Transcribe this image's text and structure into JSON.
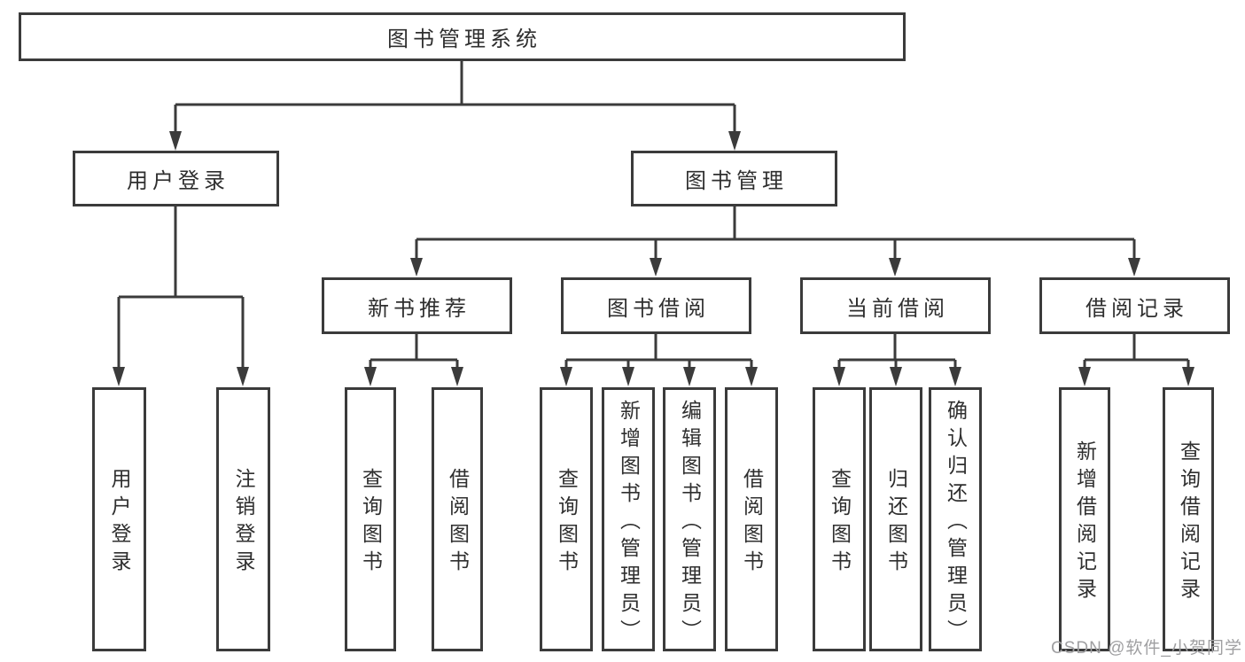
{
  "watermark": "CSDN @软件_小贺同学",
  "colors": {
    "line": "#3b3b3b",
    "border": "#3b3b3b",
    "text": "#2f2f2f",
    "watermark": "#9f9fa1",
    "bg": "#ffffff"
  },
  "tree": {
    "label": "图书管理系统",
    "children": [
      {
        "label": "用户登录",
        "children": [
          {
            "label": "用户登录"
          },
          {
            "label": "注销登录"
          }
        ]
      },
      {
        "label": "图书管理",
        "children": [
          {
            "label": "新书推荐",
            "children": [
              {
                "label": "查询图书"
              },
              {
                "label": "借阅图书"
              }
            ]
          },
          {
            "label": "图书借阅",
            "children": [
              {
                "label": "查询图书"
              },
              {
                "label": "新增图书（管理员）"
              },
              {
                "label": "编辑图书（管理员）"
              },
              {
                "label": "借阅图书"
              }
            ]
          },
          {
            "label": "当前借阅",
            "children": [
              {
                "label": "查询图书"
              },
              {
                "label": "归还图书"
              },
              {
                "label": "确认归还（管理员）"
              }
            ]
          },
          {
            "label": "借阅记录",
            "children": [
              {
                "label": "新增借阅记录"
              },
              {
                "label": "查询借阅记录"
              }
            ]
          }
        ]
      }
    ]
  }
}
